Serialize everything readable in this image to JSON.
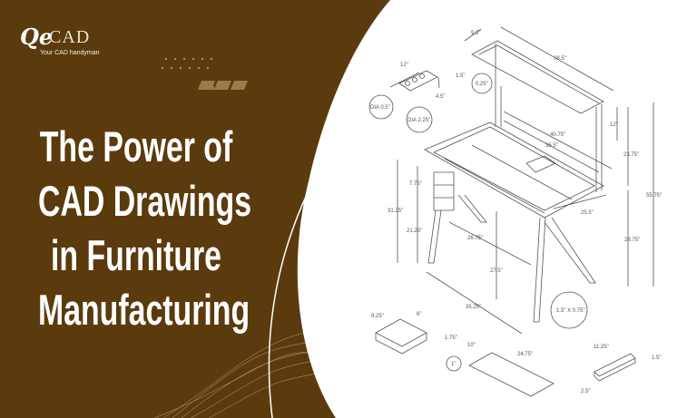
{
  "logo": {
    "mark": "Qe",
    "name": "CAD",
    "tagline": "Your CAD handyman"
  },
  "title_lines": [
    "The Power of",
    "CAD Drawings",
    "in Furniture",
    "Manufacturing"
  ],
  "colors": {
    "background": "#5b3b0d",
    "panel": "#ffffff",
    "text": "#ffffff",
    "drawing_lines": "#555555"
  },
  "drawing": {
    "dimensions": {
      "shelf_depth": "9.5\"",
      "shelf_width": "38.5\"",
      "tray_length": "12\"",
      "tray_h": "1.5\"",
      "tray_w": "4.5\"",
      "dia_small": "DIA 0.5\"",
      "dia_large": "DIA 2.25\"",
      "hook": "0.25\"",
      "top_width": "40.75\"",
      "inner_width": "35.5\"",
      "shelf_gap": "12\"",
      "back_height": "23.75\"",
      "total_height": "55.75\"",
      "drawer_h": "7.75\"",
      "side_height": "31.25\"",
      "leg_height": "21.25\"",
      "depth": "26.75\"",
      "side_depth": "25.5\"",
      "desk_height": "28.75\"",
      "knee": "27.5\"",
      "base_width": "35.25\"",
      "leg_section": "1.5\" X 0.75\"",
      "drawer_w": "9.25\"",
      "drawer_d": "6\"",
      "drawer_depth": "1.75\"",
      "board_d": "10\"",
      "board_w": "24.75\"",
      "board_t": "1\"",
      "small_tray_l": "11.25\"",
      "small_tray_h": "1.5\"",
      "small_tray_w": "2.5\""
    }
  }
}
